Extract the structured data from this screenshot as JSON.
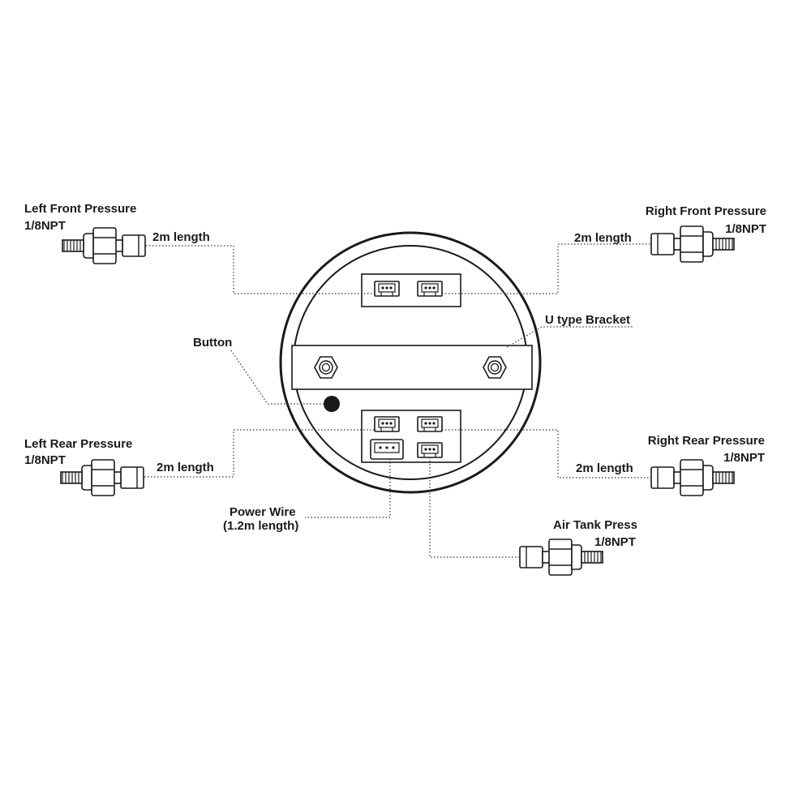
{
  "labels": {
    "left_front_title": "Left Front Pressure",
    "left_front_npt": "1/8NPT",
    "left_front_length": "2m length",
    "right_front_title": "Right Front Pressure",
    "right_front_npt": "1/8NPT",
    "right_front_length": "2m length",
    "left_rear_title": "Left Rear Pressure",
    "left_rear_npt": "1/8NPT",
    "left_rear_length": "2m length",
    "right_rear_title": "Right Rear Pressure",
    "right_rear_npt": "1/8NPT",
    "right_rear_length": "2m length",
    "air_tank_title": "Air Tank Press",
    "air_tank_npt": "1/8NPT",
    "button": "Button",
    "u_bracket": "U type Bracket",
    "power_wire_line1": "Power Wire",
    "power_wire_line2": "(1.2m length)"
  }
}
